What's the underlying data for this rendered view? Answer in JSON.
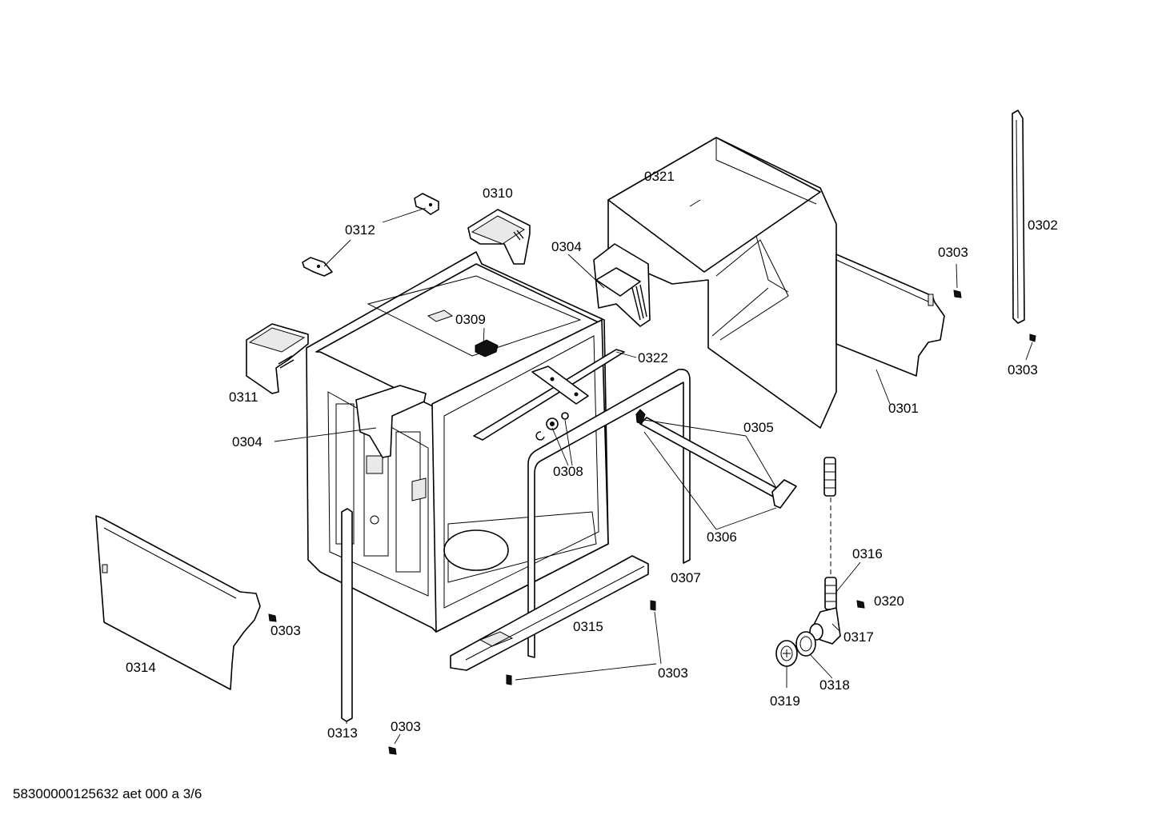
{
  "parts": {
    "p0301": "0301",
    "p0302": "0302",
    "p0303a": "0303",
    "p0303b": "0303",
    "p0303c": "0303",
    "p0303d": "0303",
    "p0303e": "0303",
    "p0304a": "0304",
    "p0304b": "0304",
    "p0305": "0305",
    "p0306": "0306",
    "p0307": "0307",
    "p0308": "0308",
    "p0309": "0309",
    "p0310": "0310",
    "p0311": "0311",
    "p0312": "0312",
    "p0313": "0313",
    "p0314": "0314",
    "p0315": "0315",
    "p0316": "0316",
    "p0317": "0317",
    "p0318": "0318",
    "p0319": "0320",
    "p0319b": "0319",
    "p0321": "0321",
    "p0322": "0322"
  },
  "footer": {
    "document_id": "58300000125632 aet 000 a 3/6"
  }
}
